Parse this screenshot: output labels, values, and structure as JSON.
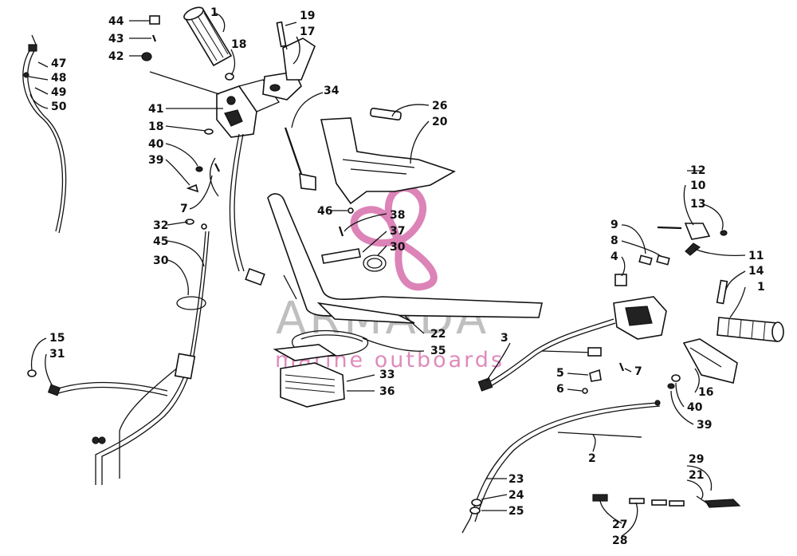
{
  "watermark": {
    "title": "ARMADA",
    "subtitle": "marine outboards"
  },
  "callouts": [
    {
      "id": "c1a",
      "text": "1"
    },
    {
      "id": "c19",
      "text": "19"
    },
    {
      "id": "c17",
      "text": "17"
    },
    {
      "id": "c18a",
      "text": "18"
    },
    {
      "id": "c44",
      "text": "44"
    },
    {
      "id": "c43",
      "text": "43"
    },
    {
      "id": "c42",
      "text": "42"
    },
    {
      "id": "c47",
      "text": "47"
    },
    {
      "id": "c48",
      "text": "48"
    },
    {
      "id": "c49",
      "text": "49"
    },
    {
      "id": "c50",
      "text": "50"
    },
    {
      "id": "c34",
      "text": "34"
    },
    {
      "id": "c26",
      "text": "26"
    },
    {
      "id": "c20",
      "text": "20"
    },
    {
      "id": "c41",
      "text": "41"
    },
    {
      "id": "c18b",
      "text": "18"
    },
    {
      "id": "c40a",
      "text": "40"
    },
    {
      "id": "c39a",
      "text": "39"
    },
    {
      "id": "c7a",
      "text": "7"
    },
    {
      "id": "c32",
      "text": "32"
    },
    {
      "id": "c45",
      "text": "45"
    },
    {
      "id": "c30a",
      "text": "30"
    },
    {
      "id": "c46",
      "text": "46"
    },
    {
      "id": "c38",
      "text": "38"
    },
    {
      "id": "c37",
      "text": "37"
    },
    {
      "id": "c30b",
      "text": "30"
    },
    {
      "id": "c12",
      "text": "12"
    },
    {
      "id": "c10",
      "text": "10"
    },
    {
      "id": "c13",
      "text": "13"
    },
    {
      "id": "c9",
      "text": "9"
    },
    {
      "id": "c8",
      "text": "8"
    },
    {
      "id": "c4",
      "text": "4"
    },
    {
      "id": "c11",
      "text": "11"
    },
    {
      "id": "c14",
      "text": "14"
    },
    {
      "id": "c1b",
      "text": "1"
    },
    {
      "id": "c15",
      "text": "15"
    },
    {
      "id": "c31",
      "text": "31"
    },
    {
      "id": "c22",
      "text": "22"
    },
    {
      "id": "c35",
      "text": "35"
    },
    {
      "id": "c33",
      "text": "33"
    },
    {
      "id": "c36",
      "text": "36"
    },
    {
      "id": "c3",
      "text": "3"
    },
    {
      "id": "c7b",
      "text": "7"
    },
    {
      "id": "c5",
      "text": "5"
    },
    {
      "id": "c6",
      "text": "6"
    },
    {
      "id": "c16",
      "text": "16"
    },
    {
      "id": "c40b",
      "text": "40"
    },
    {
      "id": "c39b",
      "text": "39"
    },
    {
      "id": "c2",
      "text": "2"
    },
    {
      "id": "c29",
      "text": "29"
    },
    {
      "id": "c21",
      "text": "21"
    },
    {
      "id": "c23",
      "text": "23"
    },
    {
      "id": "c24",
      "text": "24"
    },
    {
      "id": "c25",
      "text": "25"
    },
    {
      "id": "c27",
      "text": "27"
    },
    {
      "id": "c28",
      "text": "28"
    }
  ],
  "colors": {
    "line": "#111111",
    "watermark_gray": "#8a8a8a",
    "watermark_pink": "#d15aa0"
  }
}
